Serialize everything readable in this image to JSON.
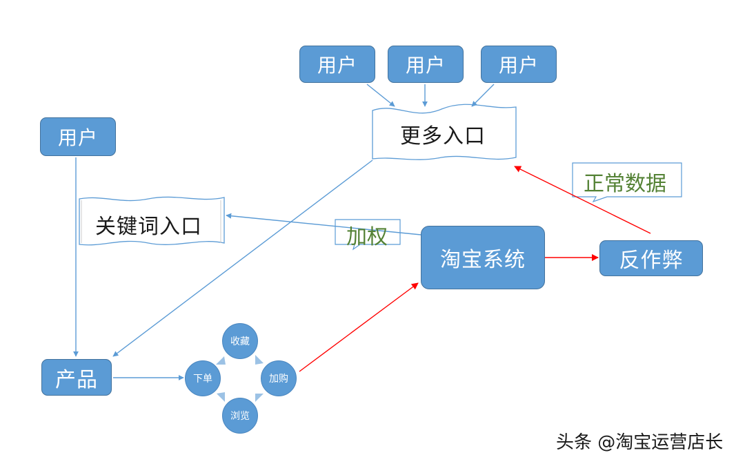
{
  "nodes": {
    "user_top_left": "用户",
    "user_top_middle": "用户",
    "user_top_right": "用户",
    "user_left": "用户",
    "more_entries": "更多入口",
    "keyword_entry": "关键词入口",
    "taobao_system": "淘宝系统",
    "anti_cheat": "反作弊",
    "product": "产品"
  },
  "callouts": {
    "normal_data": "正常数据",
    "weighting": "加权"
  },
  "cycle": {
    "favorite": "收藏",
    "add_to_cart": "加购",
    "browse": "浏览",
    "place_order": "下单"
  },
  "colors": {
    "node_fill": "#5b9bd5",
    "node_border": "#41719c",
    "blue_arrow": "#6a9fd0",
    "red_arrow": "#ff0000",
    "callout_text": "#548235"
  },
  "watermark": "头条 @淘宝运营店长"
}
